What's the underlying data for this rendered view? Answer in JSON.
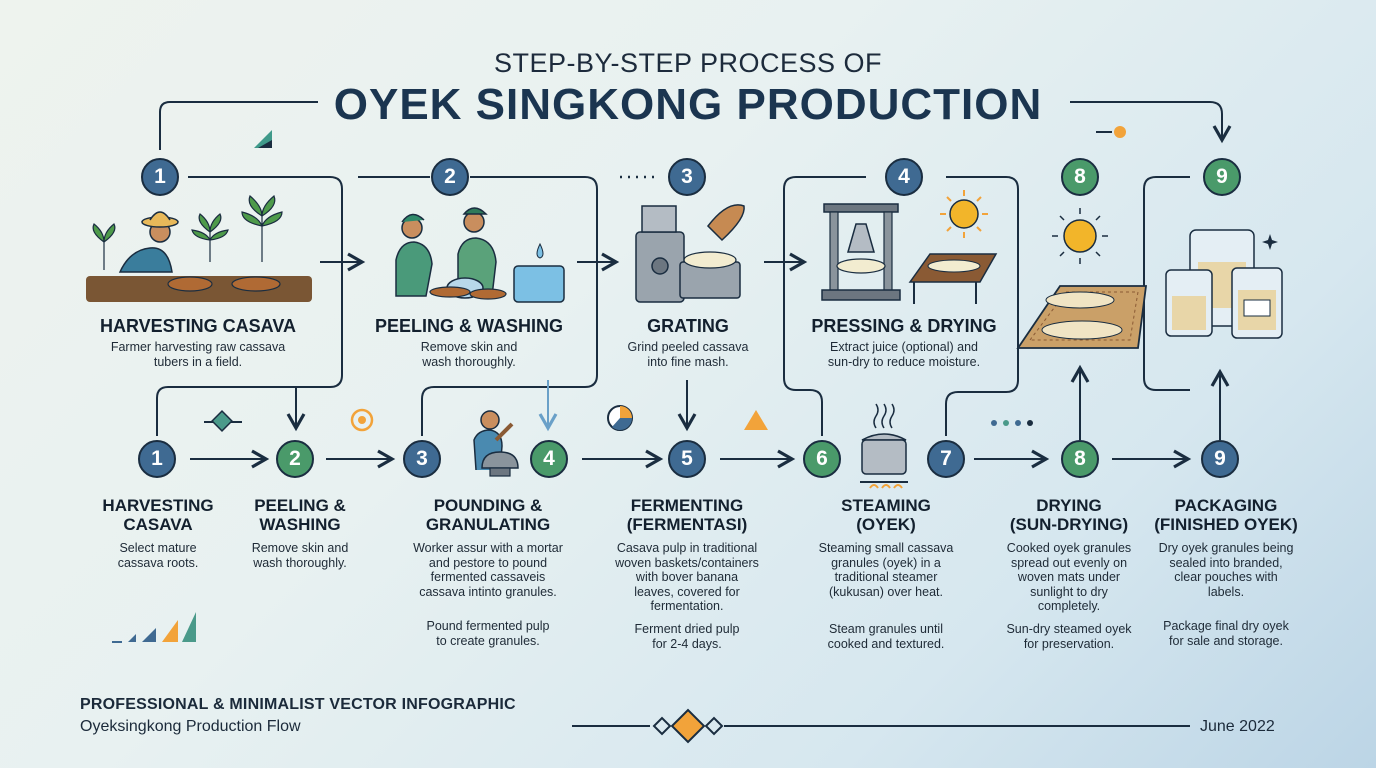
{
  "header": {
    "subtitle": "STEP-BY-STEP PROCESS OF",
    "title": "OYEK SINGKONG PRODUCTION"
  },
  "top_steps": [
    {
      "num": "1",
      "title": "HARVESTING CASAVA",
      "desc": [
        "Farmer harvesting raw cassava",
        "tubers in a field."
      ],
      "color": "#3f6a92"
    },
    {
      "num": "2",
      "title": "PEELING & WASHING",
      "desc": [
        "Remove skin and",
        "wash thoroughly."
      ],
      "color": "#3f6a92"
    },
    {
      "num": "3",
      "title": "GRATING",
      "desc": [
        "Grind peeled cassava",
        "into fine mash."
      ],
      "color": "#3f6a92"
    },
    {
      "num": "4",
      "title": "PRESSING & DRYING",
      "desc": [
        "Extract juice (optional) and",
        "sun-dry to reduce moisture."
      ],
      "color": "#3f6a92"
    },
    {
      "num": "8",
      "title": "",
      "desc": [],
      "color": "#4a9a6a"
    },
    {
      "num": "9",
      "title": "",
      "desc": [],
      "color": "#4a9a6a"
    }
  ],
  "bottom_steps": [
    {
      "num": "1",
      "title": [
        "HARVESTING",
        "CASAVA"
      ],
      "desc": [
        "Select mature",
        "cassava roots."
      ],
      "note": []
    },
    {
      "num": "2",
      "title": [
        "PEELING &",
        "WASHING"
      ],
      "desc": [
        "Remove skin and",
        "wash thoroughly."
      ],
      "note": []
    },
    {
      "num": "3",
      "title": [
        "POUNDING &",
        "GRANULATING"
      ],
      "desc": [
        "Worker assur with a mortar",
        "and pestore to pound",
        "fermented cassaveis",
        "cassava intinto granules."
      ],
      "note": [
        "Pound fermented pulp",
        "to create granules."
      ]
    },
    {
      "num": "4",
      "title": [],
      "desc": [],
      "note": []
    },
    {
      "num": "5",
      "title": [
        "FERMENTING",
        "(FERMENTASI)"
      ],
      "desc": [
        "Casava pulp in traditional",
        "woven baskets/containers",
        "with bover banana",
        "leaves, covered for",
        "fermentation."
      ],
      "note": [
        "Ferment dried pulp",
        "for 2-4 days."
      ]
    },
    {
      "num": "6",
      "title": [
        "STEAMING",
        "(OYEK)"
      ],
      "desc": [
        "Steaming small cassava",
        "granules (oyek) in a",
        "traditional steamer",
        "(kukusan) over heat."
      ],
      "note": [
        "Steam granules until",
        "cooked and textured."
      ]
    },
    {
      "num": "7",
      "title": [],
      "desc": [],
      "note": []
    },
    {
      "num": "8",
      "title": [
        "DRYING",
        "(SUN-DRYING)"
      ],
      "desc": [
        "Cooked oyek granules",
        "spread out evenly on",
        "woven mats under",
        "sunlight to dry",
        "completely."
      ],
      "note": [
        "Sun-dry steamed oyek",
        "for preservation."
      ]
    },
    {
      "num": "9",
      "title": [
        "PACKAGING",
        "(FINISHED OYEK)"
      ],
      "desc": [
        "Dry oyek granules being",
        "sealed into branded,",
        "clear pouches with",
        "labels."
      ],
      "note": [
        "Package final dry oyek",
        "for sale and storage."
      ]
    }
  ],
  "footer": {
    "line1": "PROFESSIONAL & MINIMALIST VECTOR INFOGRAPHIC",
    "line2": "Oyeksingkong Production Flow",
    "date": "June 2022"
  },
  "colors": {
    "blue": "#3f6a92",
    "green": "#4a9a6a",
    "ink": "#1a2d40",
    "accent_orange": "#f2a33a"
  }
}
